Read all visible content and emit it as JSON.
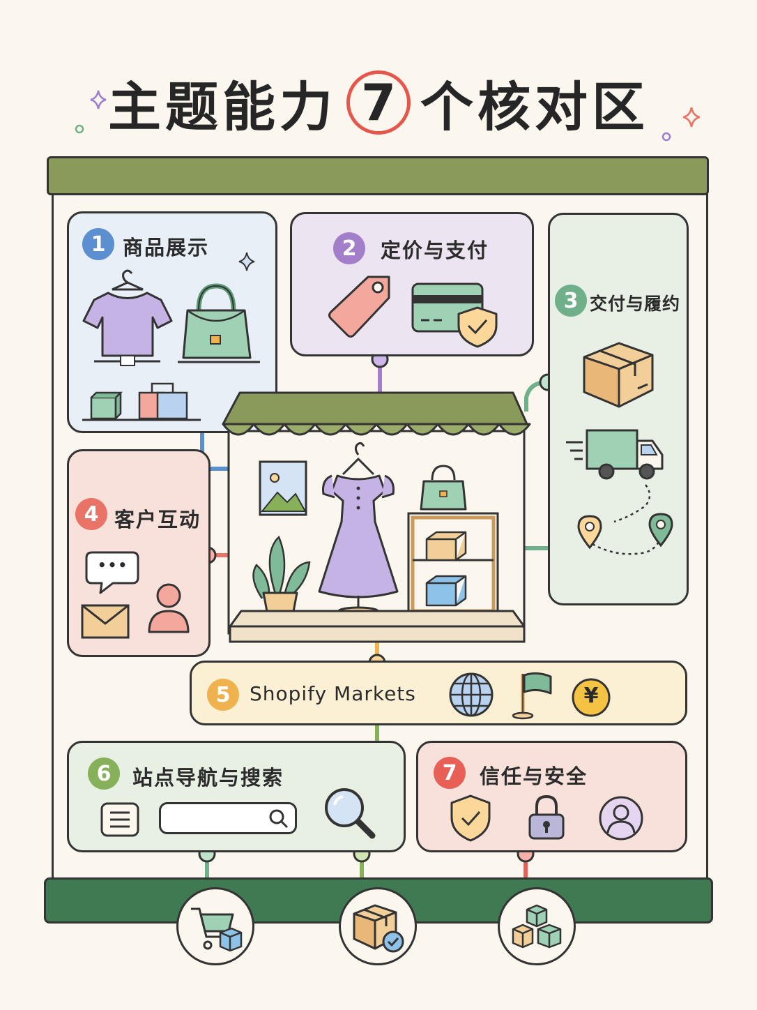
{
  "title": {
    "prefix": "主题能力",
    "number": "7",
    "suffix": "个核对区"
  },
  "sections": [
    {
      "number": "1",
      "label": "商品展示",
      "color": "#5b8fd0"
    },
    {
      "number": "2",
      "label": "定价与支付",
      "color": "#a47fc9"
    },
    {
      "number": "3",
      "label": "交付与履约",
      "color": "#6fb08a"
    },
    {
      "number": "4",
      "label": "客户互动",
      "color": "#ea7367"
    },
    {
      "number": "5",
      "label": "Shopify Markets",
      "color": "#f0b24f"
    },
    {
      "number": "6",
      "label": "站点导航与搜索",
      "color": "#86b15a"
    },
    {
      "number": "7",
      "label": "信任与安全",
      "color": "#e85f56"
    }
  ],
  "icons": {
    "yen_symbol": "¥",
    "chat_dots": "•••"
  },
  "colors": {
    "background": "#fbf6ee",
    "top_bar": "#8a9a5b",
    "bottom_bar": "#3f7a52",
    "outline": "#333333"
  }
}
